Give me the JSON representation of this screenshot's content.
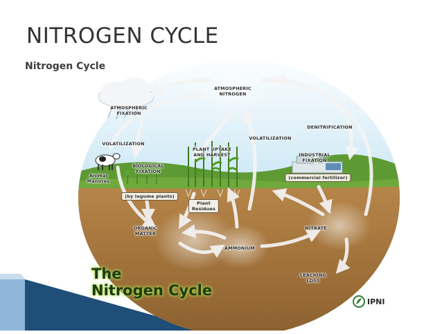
{
  "slide": {
    "title": "NITROGEN CYCLE",
    "subtitle": "Nitrogen Cycle"
  },
  "diagram": {
    "labels": {
      "atmospheric_nitrogen": "ATMOSPHERIC\nNITROGEN",
      "atmospheric_fixation": "ATMOSPHERIC\nFIXATION",
      "denitrification": "DENITRIFICATION",
      "volatilization_left": "VOLATILIZATION",
      "volatilization_right": "VOLATILIZATION",
      "plant_uptake": "PLANT UPTAKE\nAND HARVEST",
      "industrial_fixation": "INDUSTRIAL\nFIXATION",
      "commercial_fertilizer": "(commercial fertilizer)",
      "animal_manures": "Animal\nManures",
      "biological_fixation": "BIOLOGICAL\nFIXATION",
      "by_legume_plants": "(by legume plants)",
      "plant_residues": "Plant\nResidues",
      "organic_matter": "ORGANIC\nMATTER",
      "ammonium": "AMMONIUM",
      "nitrate": "NITRATE",
      "leaching_loss": "LEACHING\nLOSS"
    },
    "big_title_line1": "The",
    "big_title_line2": "Nitrogen Cycle",
    "logo_text": "IPNI"
  },
  "colors": {
    "sky": "#bfe2f3",
    "soil": "#a8793f",
    "grass": "#6fa83c",
    "arrow": "#f4f4f4",
    "title_glow": "#b8e05a",
    "accent": "#1f4e79"
  }
}
